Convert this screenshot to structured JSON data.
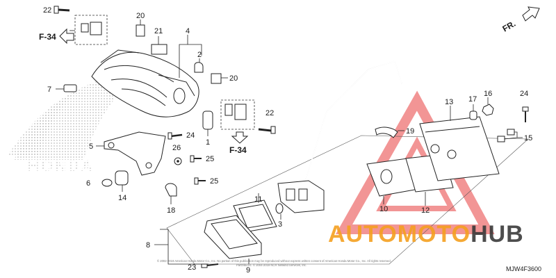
{
  "callouts": {
    "c1": "1",
    "c2": "2",
    "c3": "3",
    "c4": "4",
    "c5": "5",
    "c6": "6",
    "c7": "7",
    "c8": "8",
    "c9": "9",
    "c10": "10",
    "c11": "11",
    "c12": "12",
    "c13": "13",
    "c14": "14",
    "c15": "15",
    "c16": "16",
    "c17": "17",
    "c18": "18",
    "c19": "19",
    "c20a": "20",
    "c20b": "20",
    "c21": "21",
    "c22a": "22",
    "c22b": "22",
    "c23": "23",
    "c24a": "24",
    "c24b": "24",
    "c25a": "25",
    "c25b": "25",
    "c26": "26"
  },
  "references": {
    "left": "F-34",
    "right": "F-34",
    "front": "FR."
  },
  "diagram_code": "MJW4F3600",
  "watermark": {
    "text_part1": "AUTOMOTO",
    "text_part2": "HUB",
    "orange": "#f5a020",
    "dark": "#3a3a3a",
    "triangle_red": "#e84040"
  },
  "background_logo": {
    "text": "HONDA"
  },
  "copyright": {
    "line1": "© 2002-2019 American Honda Motor Co., Inc. No portion of this publication may be reproduced without express written consent of American Honda Motor Co., Inc. All rights reserved.",
    "line2": "Partzilla Inc. © 2004-2019 NCR Netwind Services, Inc."
  }
}
